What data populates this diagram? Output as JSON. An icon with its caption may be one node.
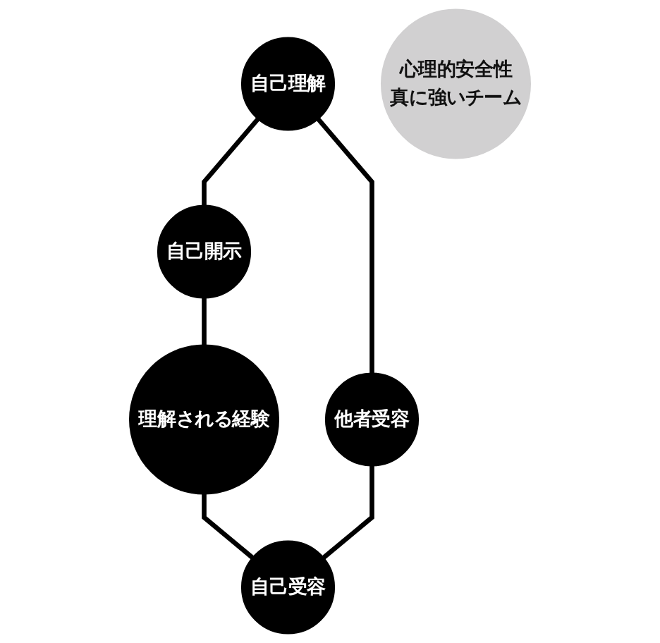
{
  "diagram": {
    "nodes": [
      {
        "text": [
          "自己理解"
        ]
      },
      {
        "text": [
          "自己開示"
        ]
      },
      {
        "text": [
          "他者受容"
        ]
      },
      {
        "text": [
          "心理的安全性",
          "真に強いチーム"
        ]
      },
      {
        "text": [
          "理解される経験"
        ]
      },
      {
        "text": [
          "自己受容"
        ]
      }
    ],
    "edges": [
      {
        "from": 0,
        "to": 1,
        "arrow": "none"
      },
      {
        "from": 1,
        "to": 4,
        "arrow": "none"
      },
      {
        "from": 4,
        "to": 5,
        "arrow": "none"
      },
      {
        "from": 2,
        "to": 5,
        "arrow": "none"
      },
      {
        "from": 0,
        "to": 2,
        "arrow": "none"
      }
    ]
  }
}
